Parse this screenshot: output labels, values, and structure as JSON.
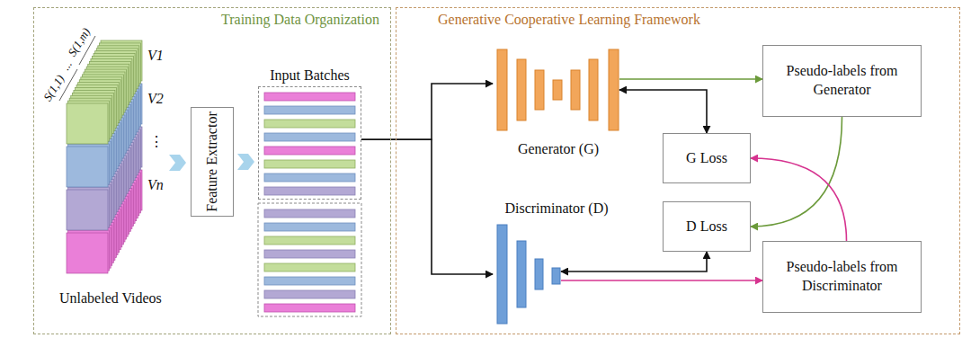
{
  "diagram": {
    "nodes": [
      {
        "text": [
          "Training Data Organization"
        ]
      },
      {
        "text": [
          "Feature Extractor"
        ],
        "in": 0
      },
      {
        "text": [
          "Input Batches"
        ],
        "in": 0
      },
      {
        "text": [
          "Generative Cooperative Learning Framework"
        ]
      },
      {
        "text": [
          "Generator (G)"
        ],
        "in": 3
      },
      {
        "text": [
          "Discriminator (D)"
        ],
        "in": 3
      },
      {
        "text": [
          "Pseudo-labels from Generator"
        ],
        "in": 3
      },
      {
        "text": [
          "G Loss"
        ],
        "in": 3
      },
      {
        "text": [
          "D Loss"
        ],
        "in": 3
      },
      {
        "text": [
          "Pseudo-labels from Discriminator"
        ],
        "in": 3
      }
    ],
    "edges": [
      {
        "from": 1,
        "to": 2,
        "arrow": "to"
      },
      {
        "from": 2,
        "to": 4,
        "arrow": "to"
      },
      {
        "from": 2,
        "to": 5,
        "arrow": "to"
      },
      {
        "from": 4,
        "to": 6,
        "arrow": "to"
      },
      {
        "from": 4,
        "to": 7,
        "arrow": "both"
      },
      {
        "from": 6,
        "to": 8,
        "arrow": "to"
      },
      {
        "from": 5,
        "to": 8,
        "arrow": "both"
      },
      {
        "from": 5,
        "to": 9,
        "arrow": "to"
      },
      {
        "from": 9,
        "to": 7,
        "arrow": "to"
      }
    ],
    "labels": [
      "S(1,1)",
      "...",
      "S(1,m)",
      "V1",
      "V2",
      "⋮",
      "Vn",
      "Unlabeled Videos"
    ]
  }
}
